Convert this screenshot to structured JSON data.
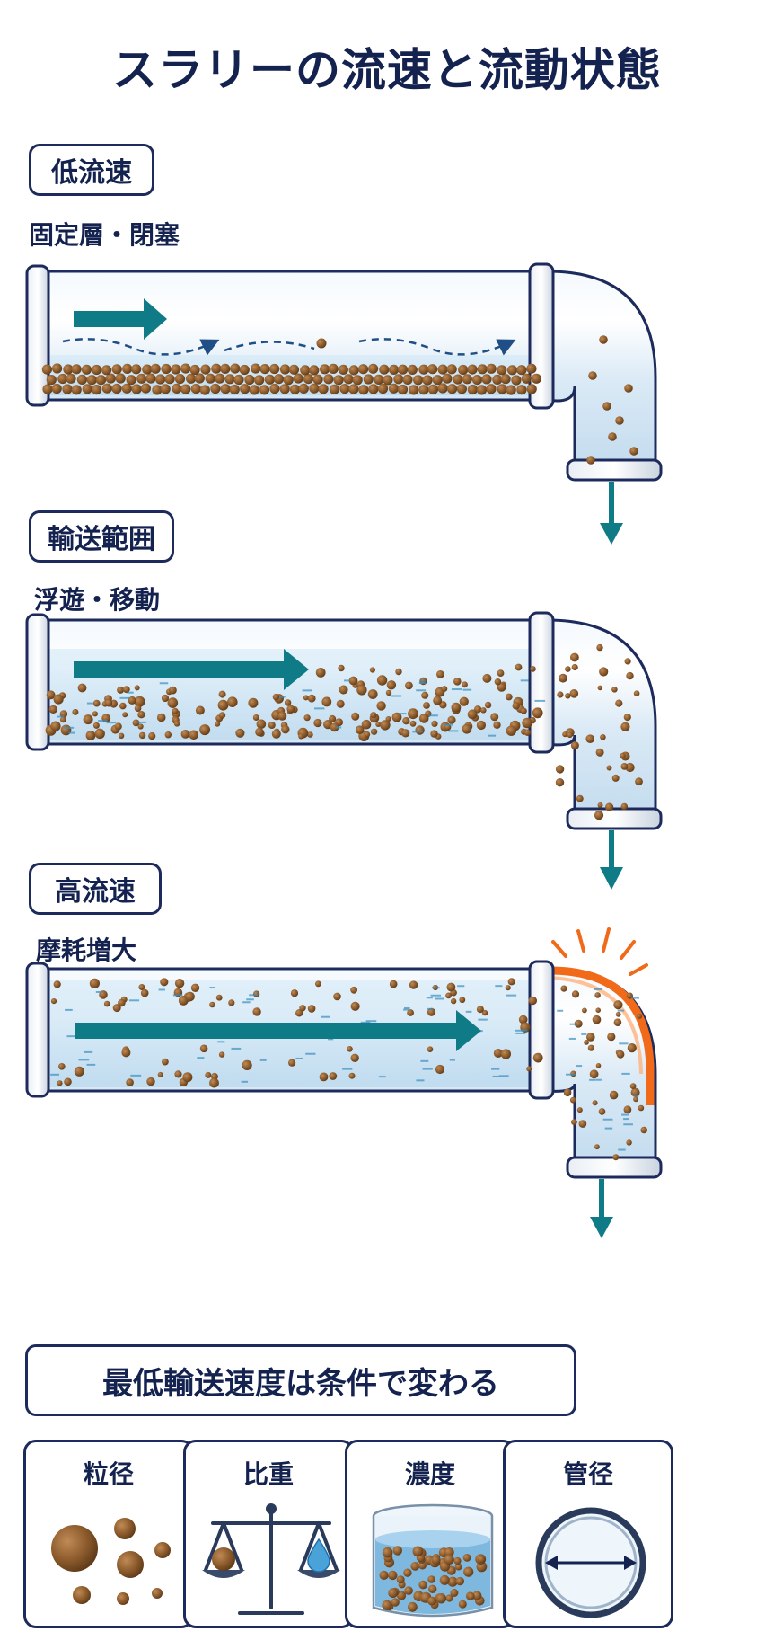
{
  "title": "スラリーの流速と流動状態",
  "panels": [
    {
      "label": "低流速",
      "subtitle": "固定層・閉塞"
    },
    {
      "label": "輸送範囲",
      "subtitle": "浮遊・移動"
    },
    {
      "label": "高流速",
      "subtitle": "摩耗増大"
    }
  ],
  "bottom": {
    "heading": "最低輸送速度は条件で変わる",
    "factors": [
      {
        "label": "粒径",
        "icon": "particle-size-icon"
      },
      {
        "label": "比重",
        "icon": "balance-scale-icon"
      },
      {
        "label": "濃度",
        "icon": "concentration-beaker-icon"
      },
      {
        "label": "管径",
        "icon": "pipe-diameter-icon"
      }
    ]
  },
  "colors": {
    "navy": "#14224f",
    "teal_arrow": "#0f7b86",
    "particle": "#8b5a2b",
    "water": "#cfe6f5",
    "wear_orange": "#f06a1a"
  }
}
